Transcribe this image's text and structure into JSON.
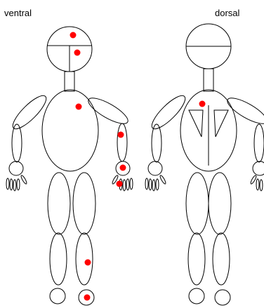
{
  "views": {
    "ventral": {
      "label": "ventral"
    },
    "dorsal": {
      "label": "dorsal"
    }
  },
  "colors": {
    "outline": "#000000",
    "marker": "#ff0000",
    "background": "#ffffff"
  },
  "markers": {
    "ventral": [
      "head",
      "head",
      "torso",
      "right-forearm",
      "right-hand",
      "right-hand",
      "right-lower-leg",
      "right-foot"
    ],
    "dorsal": [
      "upper-back"
    ]
  }
}
